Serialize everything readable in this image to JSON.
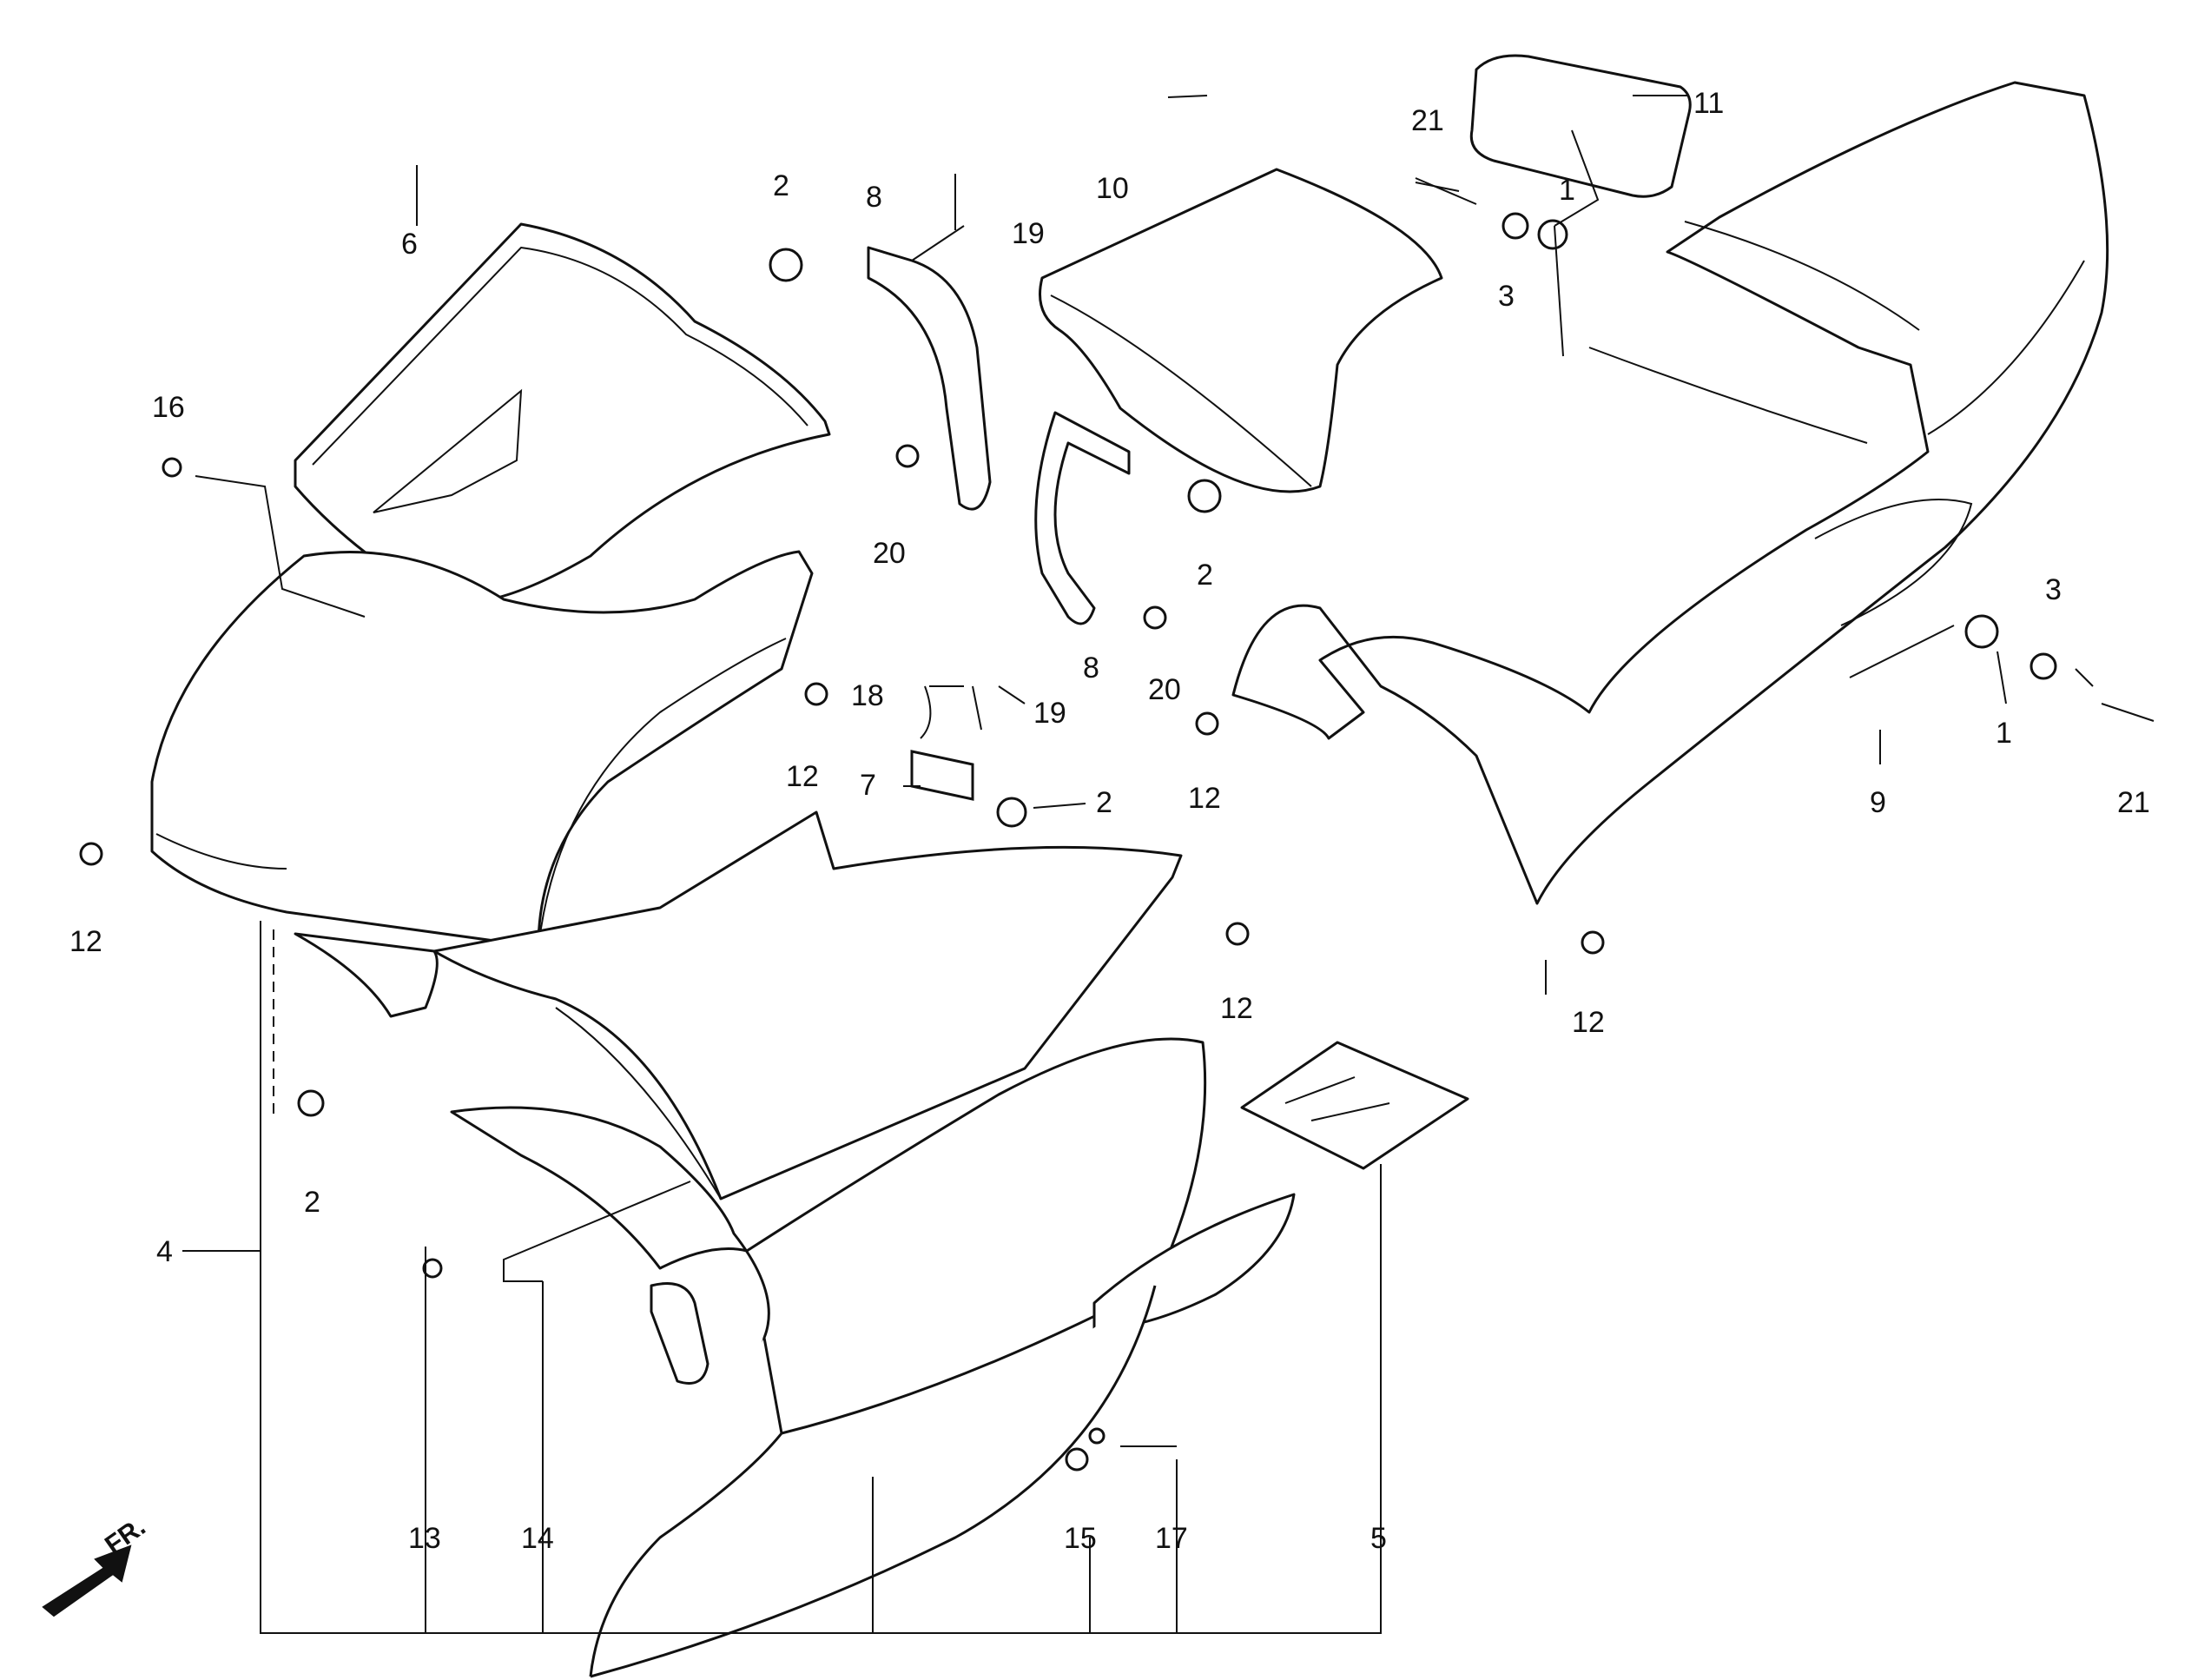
{
  "diagram": {
    "callouts": {
      "c1a": "1",
      "c1b": "1",
      "c2a": "2",
      "c2b": "2",
      "c2c": "2",
      "c2d": "2",
      "c3a": "3",
      "c3b": "3",
      "c4": "4",
      "c5": "5",
      "c6": "6",
      "c7": "7",
      "c8a": "8",
      "c8b": "8",
      "c9": "9",
      "c10": "10",
      "c11": "11",
      "c12a": "12",
      "c12b": "12",
      "c12c": "12",
      "c12d": "12",
      "c12e": "12",
      "c13": "13",
      "c14": "14",
      "c15": "15",
      "c16": "16",
      "c17": "17",
      "c18": "18",
      "c19a": "19",
      "c19b": "19",
      "c20a": "20",
      "c20b": "20",
      "c21a": "21",
      "c21b": "21"
    },
    "front_indicator": "FR."
  }
}
